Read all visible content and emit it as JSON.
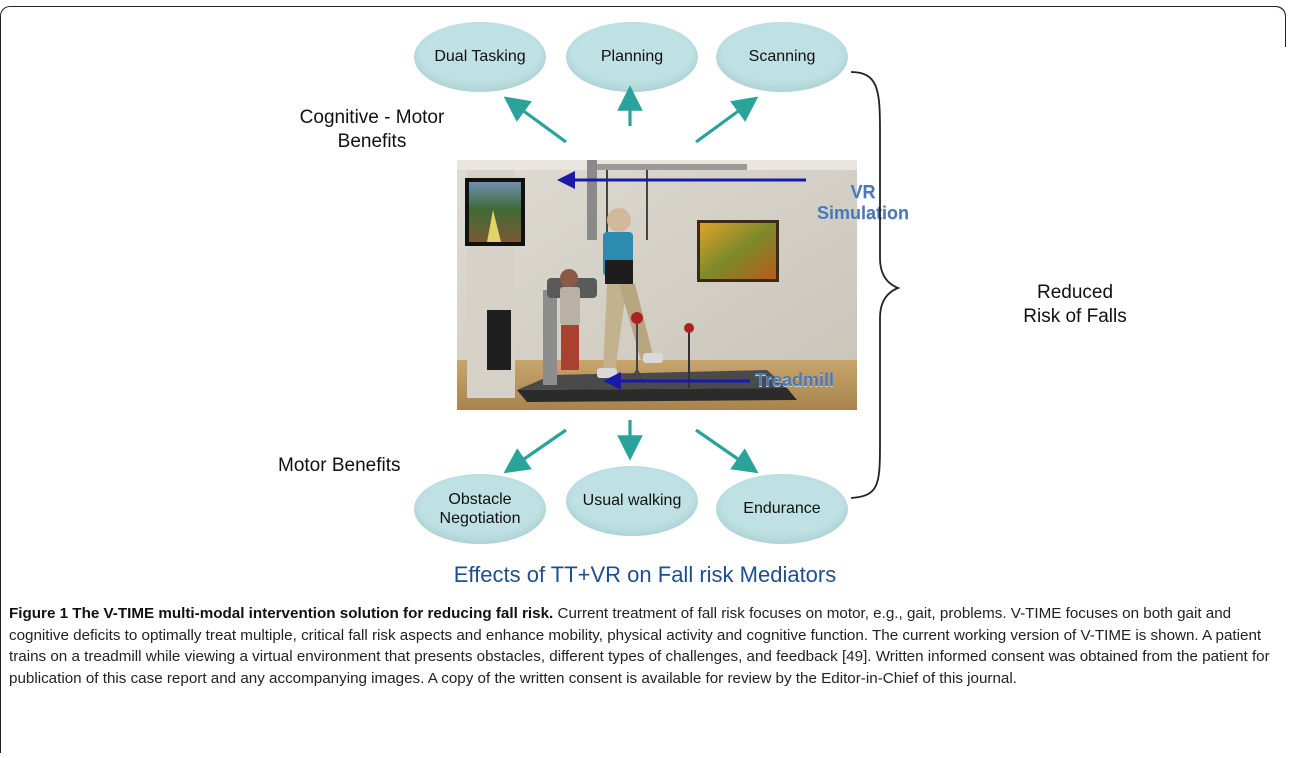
{
  "diagram": {
    "top_nodes": [
      "Dual Tasking",
      "Planning",
      "Scanning"
    ],
    "bottom_nodes": [
      "Obstacle\nNegotiation",
      "Usual walking",
      "Endurance"
    ],
    "cognitive_label": "Cognitive - Motor\nBenefits",
    "motor_label": "Motor Benefits",
    "vr_label": "VR\nSimulation",
    "treadmill_label": "Treadmill",
    "outcome_label": "Reduced\nRisk of Falls",
    "title": "Effects of TT+VR on Fall risk Mediators",
    "colors": {
      "node_fill": "#bfe1e3",
      "arrow_teal": "#2aa39b",
      "arrow_blue": "#1a1aa8",
      "label_blue": "#4a78b5",
      "title_blue": "#1f4e8c"
    }
  },
  "caption": {
    "bold": "Figure 1 The V-TIME multi-modal intervention solution for reducing fall risk.",
    "text": " Current treatment of fall risk focuses on motor, e.g., gait, problems. V-TIME focuses on both gait and cognitive deficits to optimally treat multiple, critical fall risk aspects and enhance mobility, physical activity and cognitive function. The current working version of V-TIME is shown. A patient trains on a treadmill while viewing a virtual environment that presents obstacles, different types of challenges, and feedback [49]. Written informed consent was obtained from the patient for publication of this case report and any accompanying images. A copy of the written consent is available for review by the Editor-in-Chief of this journal."
  }
}
